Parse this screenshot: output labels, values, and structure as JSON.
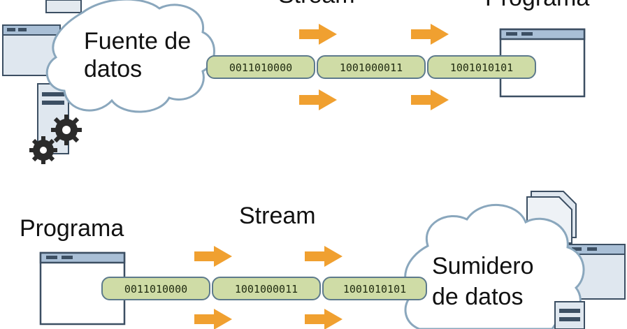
{
  "top": {
    "source_label_line1": "Fuente de",
    "source_label_line2": "datos",
    "stream_label": "Stream",
    "program_label": "Programa",
    "bits": [
      "0011010000",
      "1001000011",
      "1001010101"
    ]
  },
  "bottom": {
    "program_label": "Programa",
    "stream_label": "Stream",
    "sink_label_line1": "Sumidero",
    "sink_label_line2": "de datos",
    "bits": [
      "0011010000",
      "1001000011",
      "1001010101"
    ]
  },
  "colors": {
    "arrow": "#f0a030",
    "bit_fill": "#cfdca6",
    "bit_stroke": "#5d7a8c",
    "window_stroke": "#3c4f63",
    "window_title": "#a9bfd6",
    "cloud_fill": "#ffffff",
    "cloud_stroke": "#8aa7bd"
  },
  "icons": [
    "cloud-icon",
    "monitor-icon",
    "computer-tower-icon",
    "gear-icon",
    "document-stack-icon",
    "program-window-icon",
    "arrow-right-icon"
  ]
}
